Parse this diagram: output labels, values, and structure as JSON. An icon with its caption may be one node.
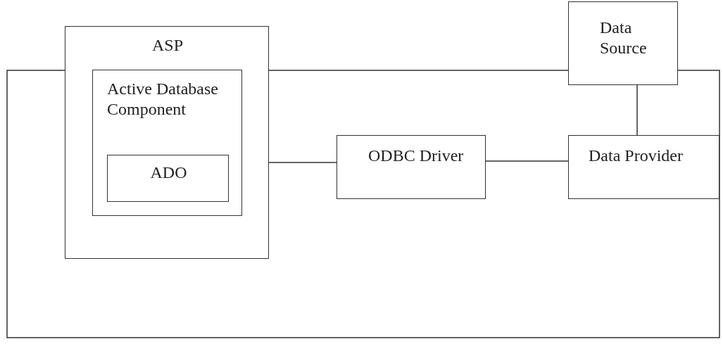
{
  "diagram": {
    "nodes": [
      {
        "text": [
          "ASP"
        ]
      },
      {
        "text": [
          "Active Database Component"
        ],
        "in": 0
      },
      {
        "text": [
          "ADO"
        ],
        "in": 1
      },
      {
        "text": [
          "ODBC Driver"
        ]
      },
      {
        "text": [
          "Data Source"
        ]
      },
      {
        "text": [
          "Data Provider"
        ]
      }
    ],
    "edges": [
      {
        "from": 0,
        "to": 4,
        "arrow": "none"
      },
      {
        "from": 0,
        "to": 4,
        "arrow": "none"
      },
      {
        "from": 2,
        "to": 3,
        "arrow": "none"
      },
      {
        "from": 3,
        "to": 5,
        "arrow": "none"
      },
      {
        "from": 4,
        "to": 5,
        "arrow": "none"
      }
    ]
  }
}
